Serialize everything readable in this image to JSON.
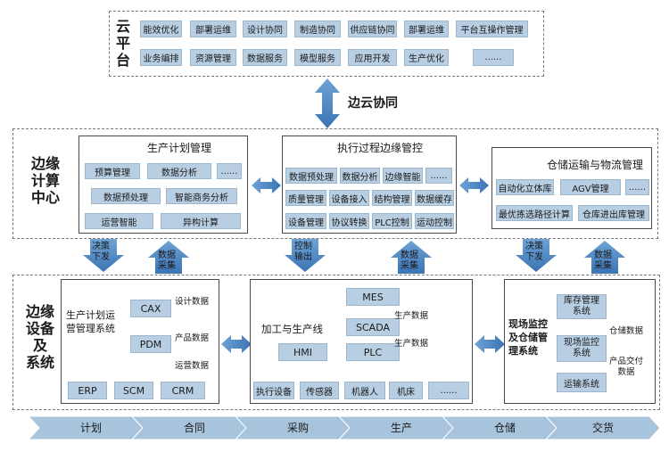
{
  "cloud": {
    "label_lines": [
      "云",
      "平",
      "台"
    ],
    "row1": [
      "能效优化",
      "部署运维",
      "设计协同",
      "制造协同",
      "供应链协同",
      "部署运维",
      "平台互操作管理"
    ],
    "row2": [
      "业务编排",
      "资源管理",
      "数据服务",
      "模型服务",
      "应用开发",
      "生产优化",
      "......"
    ]
  },
  "edge_cloud_label": "边云协同",
  "edge_center": {
    "label_lines": [
      "边缘",
      "计算",
      "中心"
    ],
    "plan": {
      "title": "生产计划管理",
      "cells": [
        "预算管理",
        "数据分析",
        "......",
        "数据预处理",
        "智能商务分析",
        "运营智能",
        "异构计算"
      ]
    },
    "exec": {
      "title": "执行过程边缘管控",
      "cells": [
        "数据预处理",
        "数据分析",
        "边缘智能",
        "......",
        "质量管理",
        "设备接入",
        "结构管理",
        "数据缓存",
        "设备管理",
        "协议转换",
        "PLC控制",
        "运动控制"
      ]
    },
    "warehouse": {
      "title": "仓储运输与物流管理",
      "cells": [
        "自动化立体库",
        "AGV管理",
        "......",
        "最优拣选路径计算",
        "仓库进出库管理"
      ]
    }
  },
  "vertical_arrows": {
    "decision_down": [
      "决策",
      "下发"
    ],
    "data_up": [
      "数据",
      "采集"
    ],
    "control_output": [
      "控制",
      "输出"
    ]
  },
  "edge_devices": {
    "label_lines": [
      "边缘",
      "设备",
      "及",
      "系统"
    ],
    "planning": {
      "title_lines": [
        "生产计划运",
        "营管理系统"
      ],
      "nodes": [
        "CAX",
        "PDM",
        "ERP",
        "SCM",
        "CRM"
      ],
      "flow_labels": [
        "设计数据",
        "产品数据",
        "运营数据"
      ]
    },
    "production": {
      "title": "加工与生产线",
      "nodes": [
        "MES",
        "SCADA",
        "HMI",
        "PLC"
      ],
      "flow_labels": [
        "生产数据",
        "生产数据"
      ],
      "bottom": [
        "执行设备",
        "传感器",
        "机器人",
        "机床",
        "......"
      ]
    },
    "monitor": {
      "title_lines": [
        "现场监控",
        "及仓储管",
        "理系统"
      ],
      "nodes": [
        [
          "库存管理",
          "系统"
        ],
        [
          "现场监控",
          "系统"
        ],
        [
          "运输系统"
        ]
      ],
      "flow_labels": [
        [
          "仓储数据"
        ],
        [
          "产品交付",
          "数据"
        ]
      ]
    }
  },
  "process_chain": [
    "计划",
    "合同",
    "采购",
    "生产",
    "仓储",
    "交货"
  ],
  "colors": {
    "cell": "#b8cfe3",
    "arrow": "#4a82c0",
    "chain": "#a8c4dc"
  }
}
